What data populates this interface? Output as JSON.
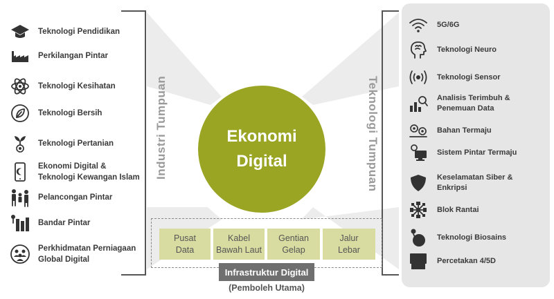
{
  "center": {
    "line1": "Ekonomi",
    "line2": "Digital"
  },
  "left_group_label": "Industri Tumpuan",
  "right_group_label": "Teknologi Tumpuan",
  "left_items": [
    {
      "label": "Teknologi Pendidikan",
      "icon": "graduation-cap-icon"
    },
    {
      "label": "Perkilangan Pintar",
      "icon": "factory-icon"
    },
    {
      "label": "Teknologi Kesihatan",
      "icon": "atom-icon"
    },
    {
      "label": "Teknologi Bersih",
      "icon": "leaf-cycle-icon"
    },
    {
      "label": "Teknologi Pertanian",
      "icon": "plant-gear-icon"
    },
    {
      "label": "Ekonomi Digital &\nTeknologi Kewangan Islam",
      "icon": "phone-crescent-icon"
    },
    {
      "label": "Pelancongan Pintar",
      "icon": "family-icon"
    },
    {
      "label": "Bandar Pintar",
      "icon": "smart-city-icon"
    },
    {
      "label": "Perkhidmatan Perniagaan\nGlobal Digital",
      "icon": "people-network-icon"
    }
  ],
  "right_items": [
    {
      "label": "5G/6G",
      "icon": "wifi-icon"
    },
    {
      "label": "Teknologi Neuro",
      "icon": "brain-head-icon"
    },
    {
      "label": "Teknologi Sensor",
      "icon": "sensor-icon"
    },
    {
      "label": "Analisis Terimbuh &\nPenemuan Data",
      "icon": "chart-magnifier-icon"
    },
    {
      "label": "Bahan Termaju",
      "icon": "gears-icon"
    },
    {
      "label": "Sistem Pintar Termaju",
      "icon": "computer-gear-icon"
    },
    {
      "label": "Keselamatan Siber &\nEnkripsi",
      "icon": "shield-icon"
    },
    {
      "label": "Blok Rantai",
      "icon": "blockchain-icon"
    },
    {
      "label": "Teknologi Biosains",
      "icon": "bioscience-icon"
    },
    {
      "label": "Percetakan 4/5D",
      "icon": "printer-icon"
    }
  ],
  "infrastructure": {
    "boxes": [
      "Pusat\nData",
      "Kabel\nBawah Laut",
      "Gentian\nGelap",
      "Jalur\nLebar"
    ],
    "title": "Infrastruktur Digital",
    "subtitle": "(Pemboleh Utama)"
  },
  "colors": {
    "accent": "#9aa524",
    "infra_box": "#d8dca0",
    "panel": "#e6e6e6",
    "title_bar": "#6f6f6f"
  }
}
